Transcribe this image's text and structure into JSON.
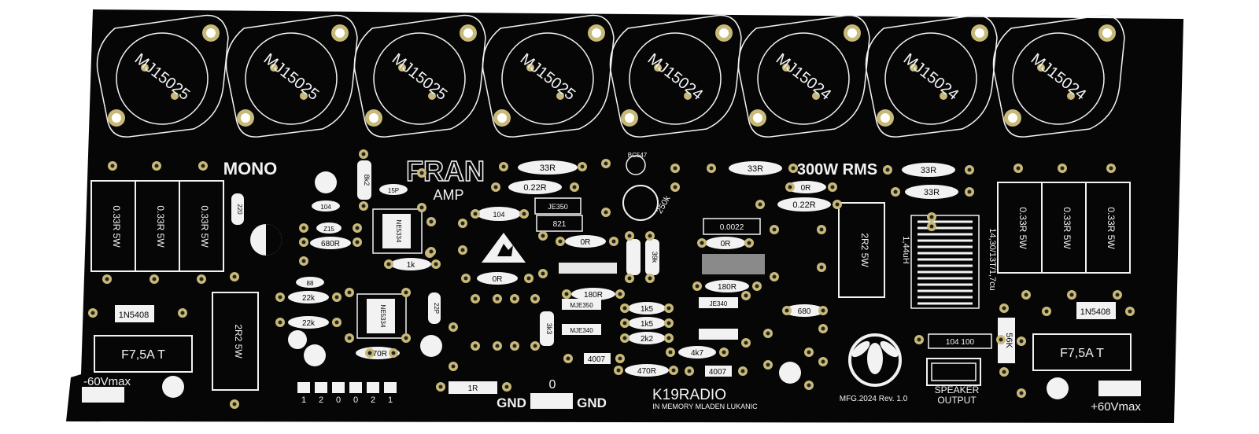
{
  "board": {
    "title": "MONO",
    "brand": "FRAN",
    "brand_sub": "AMP",
    "power": "300W RMS",
    "maker": "K19RADIO",
    "memorial": "IN MEMORY MLADEN LUKANIC",
    "revision": "MFG.2024 Rev. 1.0",
    "speaker_top": "SPEAKER",
    "speaker_bottom": "OUTPUT",
    "gnd_left": "GND",
    "gnd_right": "GND",
    "zero": "0",
    "neg_supply": "-60Vmax",
    "pos_supply": "+60Vmax",
    "input_pins": [
      "1",
      "2",
      "0",
      "0",
      "2",
      "1"
    ]
  },
  "transistors": [
    "MJ15025",
    "MJ15025",
    "MJ15025",
    "MJ15025",
    "MJ15024",
    "MJ15024",
    "MJ15024",
    "MJ15024"
  ],
  "labels": {
    "r033_left": [
      "0.33R 5W",
      "0.33R 5W",
      "0.33R 5W"
    ],
    "r033_right": [
      "0.33R 5W",
      "0.33R 5W",
      "0.33R 5W"
    ],
    "diode_left": "1N5408",
    "diode_right": "1N5408",
    "fuse_left": "F7,5A T",
    "fuse_right": "F7,5A T",
    "r2r2_left": "2R2 5W",
    "r2r2_mid": "2R2 5W",
    "r33_a": "33R",
    "r33_b": "33R",
    "r33_c": "33R",
    "r33_d": "33R",
    "r022_a": "0.22R",
    "r022_b": "0.22R",
    "inductor": "1,44uH",
    "coil_spec": "14,30/13T/1,7cu",
    "r56k": "56K",
    "c104_100": "104 100",
    "ic1": "NE5334",
    "ic2": "NE5334",
    "pot": "250k",
    "q_bc547": "BC547",
    "r8k2": "8k2",
    "r22k_a": "22k",
    "r22k_b": "22k",
    "r680": "680R",
    "r680b": "680",
    "r1k": "1k",
    "r0r_a": "0R",
    "r0r_b": "0R",
    "r0r_c": "0R",
    "r0r_d": "0R",
    "r180_a": "180R",
    "r180_b": "180R",
    "r1k5_a": "1k5",
    "r1k5_b": "1k5",
    "r2k2": "2k2",
    "r4k7": "4k7",
    "r470_a": "470R",
    "r470_b": "470R",
    "r1r": "1R",
    "d4007_a": "4007",
    "d4007_b": "4007",
    "c104_a": "104",
    "c104_b": "104",
    "c0022": "0.0022",
    "c15p": "15P",
    "c88": "88",
    "c220": "220",
    "c22p": "22P",
    "z15": "Z15",
    "je350": "JE350",
    "je340": "JE340",
    "mje350": "MJE350",
    "mje340": "MJE340",
    "r821": "821",
    "r39": "39k",
    "r3k3": "3k3"
  },
  "colors": {
    "board": "#060606",
    "silk": "#f2f2f2",
    "pad": "#c8b978",
    "pad_hole": "#232323"
  }
}
